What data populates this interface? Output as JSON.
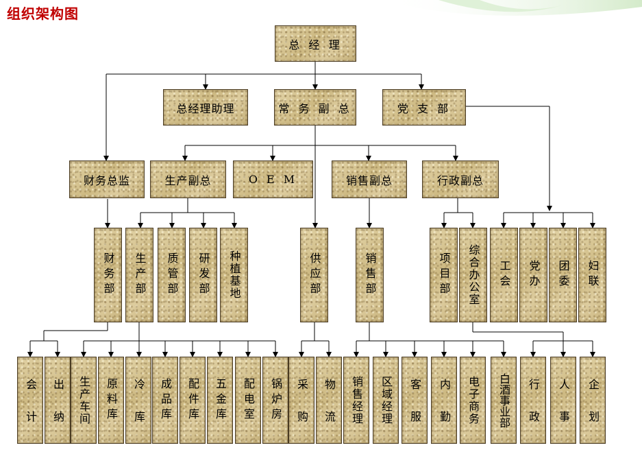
{
  "title": "组织架构图",
  "nodes": {
    "gm": "总 经 理",
    "gm_assistant": "总经理助理",
    "exec_vp": "常 务 副 总",
    "party_branch": "党 支 部",
    "finance_director": "财务总监",
    "production_vp": "生产副总",
    "oem": "O E M",
    "sales_vp": "销售副总",
    "admin_vp": "行政副总",
    "finance_dept": "财务部",
    "production_dept": "生产部",
    "quality_dept": "质管部",
    "rnd_dept": "研发部",
    "planting_base": "种植基地",
    "supply_dept": "供应部",
    "sales_dept": "销售部",
    "project_dept": "项目部",
    "general_office": "综合办公室",
    "union": "工会",
    "party_office": "党办",
    "youth_league": "团委",
    "womens_fed": "妇联",
    "accounting": "会计",
    "cashier": "出纳",
    "workshop": "生产车间",
    "raw_material": "原料库",
    "cold_storage": "冷库",
    "finished_goods": "成品库",
    "parts_store": "配件库",
    "hardware_store": "五金库",
    "power_room": "配电室",
    "boiler_room": "锅炉房",
    "purchasing": "采购",
    "logistics": "物流",
    "sales_manager": "销售经理",
    "regional_manager": "区域经理",
    "customer_service": "客服",
    "field_support": "内勤",
    "ecommerce": "电子商务",
    "liquor_division": "白酒事业部",
    "administration": "行政",
    "hr": "人事",
    "planning": "企划"
  }
}
